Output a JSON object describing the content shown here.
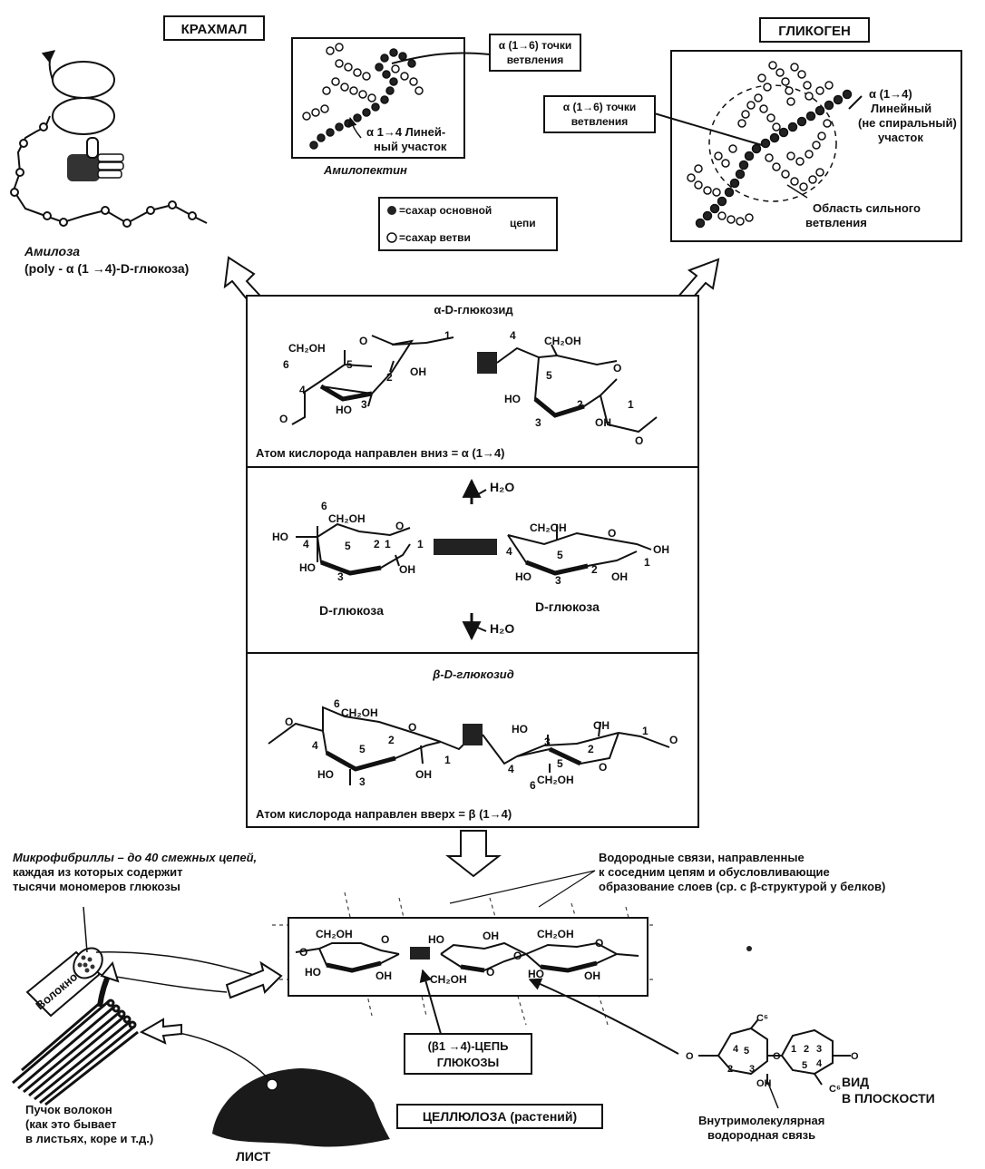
{
  "starch": {
    "title": "КРАХМАЛ",
    "amylose_name": "Амилоза",
    "amylose_formula": "(poly - α (1 →4)-D-глюкоза)",
    "amylopectin_name": "Амилопектин",
    "branch_point": [
      "α (1→6) точки",
      "ветвления"
    ],
    "linear_segment": [
      "α 1→4 Линей-",
      "ный участок"
    ]
  },
  "legend": {
    "main_chain": [
      "=сахар основной",
      "цепи"
    ],
    "branch": "=сахар ветви"
  },
  "glycogen": {
    "title": "ГЛИКОГЕН",
    "branch_point": [
      "α (1→6) точки",
      "ветвления"
    ],
    "linear_segment": [
      "α (1→4)",
      "Линейный",
      "(не спиральный)",
      "участок"
    ],
    "dense_branching": [
      "Область сильного",
      "ветвления"
    ]
  },
  "glucoside": {
    "alpha_title": "α-D-глюкозид",
    "alpha_caption": "Атом кислорода направлен вниз = α (1→4)",
    "water": "H₂O",
    "glucose_left": "D-глюкоза",
    "glucose_right": "D-глюкоза",
    "beta_title": "β-D-глюкозид",
    "beta_caption": "Атом кислорода направлен вверх = β (1→4)"
  },
  "groups": {
    "ch2oh": "CH₂OH",
    "oh": "OH",
    "ho": "HO",
    "o": "O",
    "n1": "1",
    "n2": "2",
    "n3": "3",
    "n4": "4",
    "n5": "5",
    "n6": "6"
  },
  "cellulose": {
    "microfibrils": [
      "Микрофибриллы – до 40 смежных цепей,",
      "каждая из которых содержит",
      "тысячи мономеров  глюкозы"
    ],
    "hbonds": [
      "Водородные связи, направленные",
      "к соседним цепям и обусловливающие",
      "образование слоев  (ср. с β-структурой у белков)"
    ],
    "fiber": "Волокно",
    "chain": [
      "(β1 →4)-ЦЕПЬ",
      "ГЛЮКОЗЫ"
    ],
    "bundle": [
      "Пучок волокон",
      "(как это бывает",
      "в листьях, коре и т.д.)"
    ],
    "leaf": "ЛИСТ",
    "title": "ЦЕЛЛЮЛОЗА (растений)",
    "plane_view": [
      "ВИД",
      "В ПЛОСКОСТИ"
    ],
    "intramolecular": [
      "Внутримолекулярная",
      "водородная связь"
    ],
    "c6": "C⁶"
  }
}
